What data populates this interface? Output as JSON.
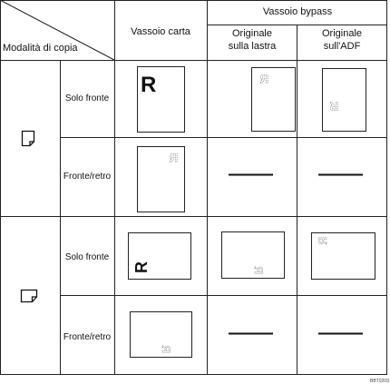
{
  "header": {
    "corner_label": "Modalità di copia",
    "paper_tray": "Vassoio carta",
    "bypass_tray": "Vassoio bypass",
    "original_on_glass": [
      "Originale",
      "sulla lastra"
    ],
    "original_in_adf": [
      "Originale",
      "sull'ADF"
    ]
  },
  "rows": [
    {
      "label": "Solo fronte",
      "orientation": "portrait"
    },
    {
      "label": "Fronte/retro",
      "orientation": "portrait"
    },
    {
      "label": "Solo fronte",
      "orientation": "landscape"
    },
    {
      "label": "Fronte/retro",
      "orientation": "landscape"
    }
  ],
  "sample_letter": "R",
  "figure_code": "BBT020S"
}
